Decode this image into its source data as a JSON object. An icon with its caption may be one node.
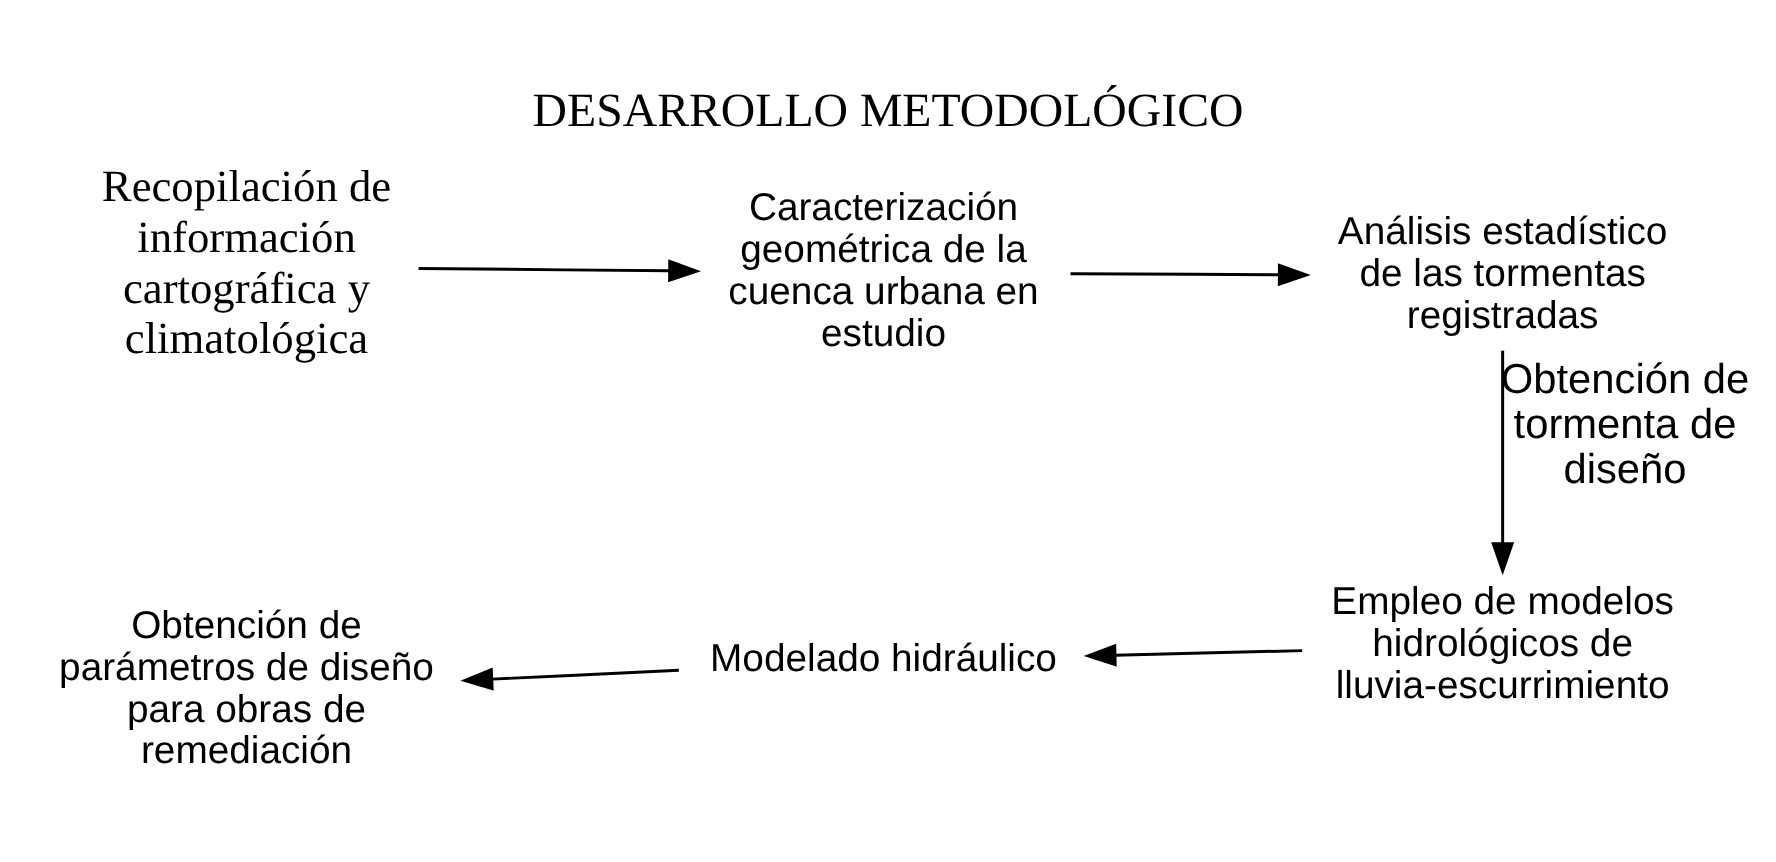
{
  "diagram": {
    "title": "DESARROLLO METODOLÓGICO",
    "nodes": [
      {
        "text": [
          "Recopilación de información cartográfica y climatológica"
        ]
      },
      {
        "text": [
          "Caracterización geométrica de la cuenca urbana en estudio"
        ]
      },
      {
        "text": [
          "Análisis estadístico de las tormentas registradas"
        ]
      },
      {
        "text": [
          "Empleo de modelos hidrológicos de lluvia-escurrimiento"
        ]
      },
      {
        "text": [
          "Modelado hidráulico"
        ]
      },
      {
        "text": [
          "Obtención de parámetros de diseño para obras de remediación"
        ]
      }
    ],
    "edges": [
      {
        "from": 0,
        "to": 1,
        "arrow": "to"
      },
      {
        "from": 1,
        "to": 2,
        "arrow": "to"
      },
      {
        "from": 2,
        "to": 3,
        "arrow": "to",
        "label": "Obtención de tormenta de diseño"
      },
      {
        "from": 3,
        "to": 4,
        "arrow": "to"
      },
      {
        "from": 4,
        "to": 5,
        "arrow": "to"
      }
    ]
  }
}
